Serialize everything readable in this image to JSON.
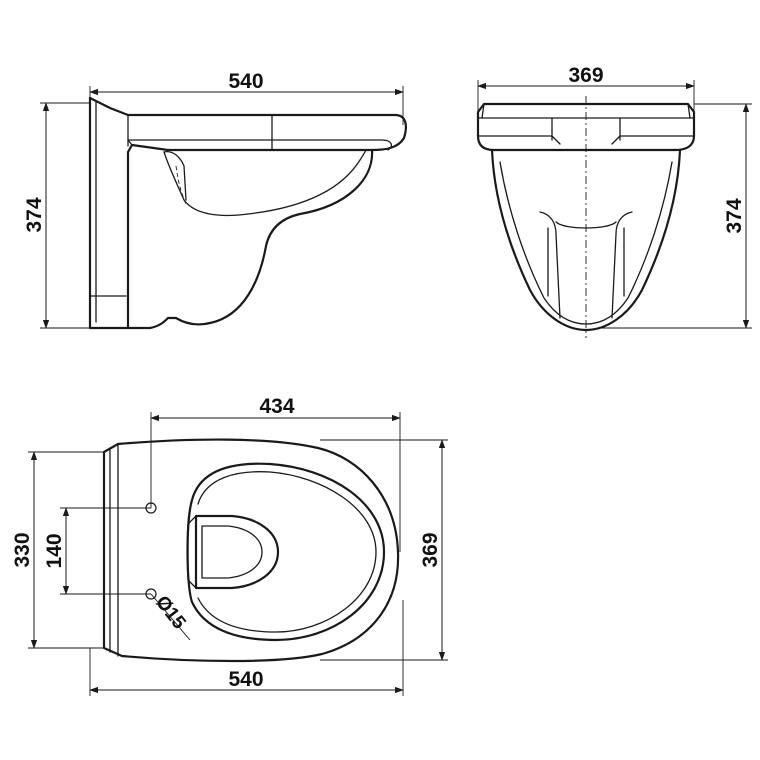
{
  "side_view": {
    "overall_length": "540",
    "overall_height": "374"
  },
  "front_view": {
    "overall_width": "369",
    "overall_height": "374"
  },
  "top_view": {
    "hole_to_front": "434",
    "rear_width": "330",
    "bolt_spacing": "140",
    "overall_width": "369",
    "overall_length": "540",
    "bolt_diameter": "Ø15"
  },
  "colors": {
    "line": "#1a1a1a",
    "background": "#ffffff"
  }
}
